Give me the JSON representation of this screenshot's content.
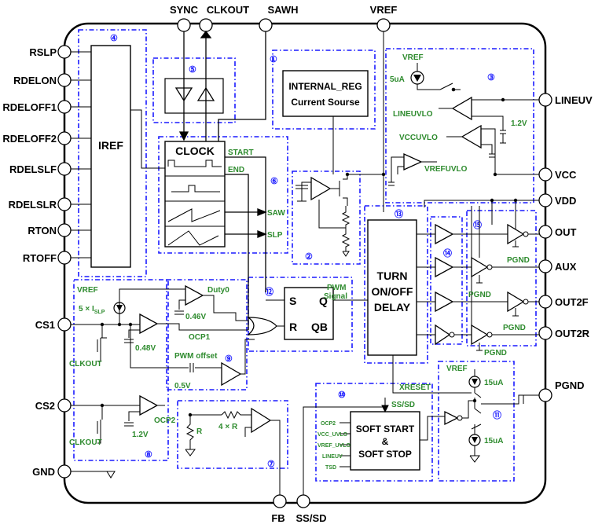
{
  "pins": {
    "top": [
      "SYNC",
      "CLKOUT",
      "SAWH",
      "VREF"
    ],
    "left": [
      "RSLP",
      "RDELON",
      "RDELOFF1",
      "RDELOFF2",
      "RDELSLF",
      "RDELSLR",
      "RTON",
      "RTOFF",
      "CS1",
      "CS2",
      "GND"
    ],
    "right": [
      "LINEUV",
      "VCC",
      "VDD",
      "OUT",
      "AUX",
      "OUT2F",
      "OUT2R",
      "PGND"
    ],
    "bottom": [
      "FB",
      "SS/SD"
    ]
  },
  "blocks": {
    "iref": "IREF",
    "clock": "CLOCK",
    "internal_reg_line1": "INTERNAL_REG",
    "internal_reg_line2": "Current Sourse",
    "turn_line1": "TURN",
    "turn_line2": "ON/OFF",
    "turn_line3": "DELAY",
    "soft_line1": "SOFT START",
    "soft_line2": "&",
    "soft_line3": "SOFT STOP",
    "latch_s": "S",
    "latch_q": "Q",
    "latch_r": "R",
    "latch_qb": "QB"
  },
  "block_numbers": [
    "①",
    "②",
    "③",
    "④",
    "⑤",
    "⑥",
    "⑦",
    "⑧",
    "⑨",
    "⑩",
    "⑪",
    "⑫",
    "⑬",
    "⑭",
    "⑮"
  ],
  "labels": {
    "start": "START",
    "end": "END",
    "saw": "SAW",
    "slp": "SLP",
    "vref_uvlo_block": "VREF",
    "i_5ua": "5uA",
    "lineuvlo": "LINEUVLO",
    "vccuvlo": "VCCUVLO",
    "vrefuvlo": "VREFUVLO",
    "v_1_2_top": "1.2V",
    "vref_cs": "VREF",
    "islp_prefix": "5 × I",
    "islp_sub": "SLP",
    "duty0": "Duty0",
    "v_0_46": "0.46V",
    "v_0_48": "0.48V",
    "ocp1": "OCP1",
    "clkout_1": "CLKOUT",
    "pwm_offset": "PWM offset",
    "v_0_5": "0.5V",
    "pwm_signal_1": "PWM",
    "pwm_signal_2": "Signal",
    "ocp2": "OCP2",
    "v_1_2_cs2": "1.2V",
    "clkout_2": "CLKOUT",
    "r": "R",
    "four_r": "4 × R",
    "xreset": "XRESET",
    "ss_sd": "SS/SD",
    "in_ocp2": "OCP2",
    "in_vcc_uvlo": "VCC_UVLO",
    "in_vref_uvlo": "VREF_UVLO",
    "in_lineuv": "LINEUV",
    "in_tsd": "TSD",
    "vref_11": "VREF",
    "i_15ua_1": "15uA",
    "i_15ua_2": "15uA",
    "pgnd_1": "PGND",
    "pgnd_2": "PGND",
    "pgnd_3": "PGND",
    "pgnd_4": "PGND"
  }
}
